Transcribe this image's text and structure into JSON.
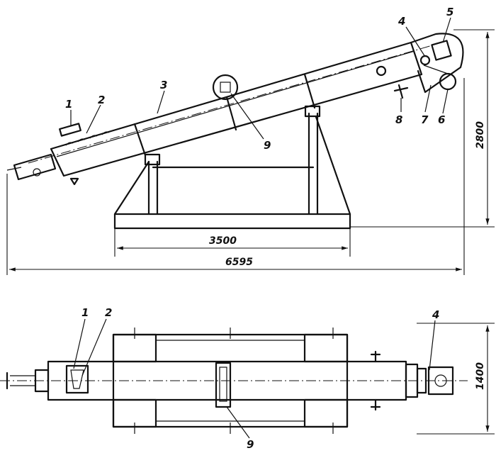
{
  "side_view": {
    "labels": [
      "1",
      "2",
      "3",
      "4",
      "5",
      "6",
      "7",
      "8",
      "9"
    ],
    "dims": {
      "frame_length": "3500",
      "total_length": "6595",
      "height": "2800"
    }
  },
  "top_view": {
    "labels": [
      "1",
      "2",
      "4",
      "9"
    ],
    "dims": {
      "width": "1400"
    }
  }
}
